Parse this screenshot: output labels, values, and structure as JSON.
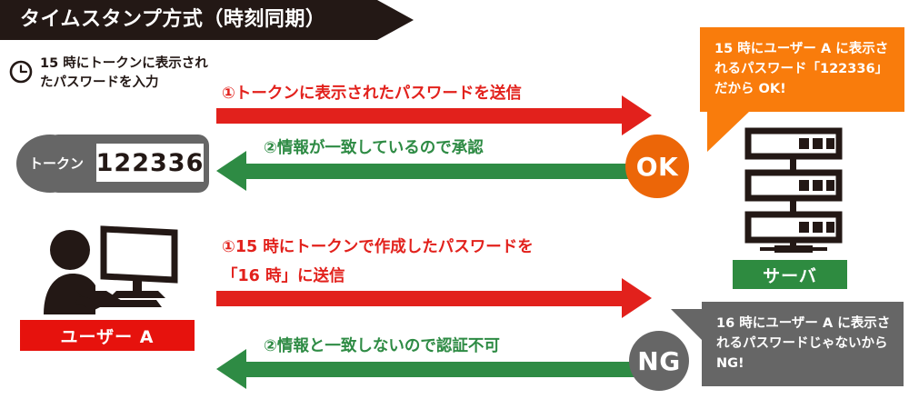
{
  "title": {
    "text": "タイムスタンプ方式（時刻同期）"
  },
  "left_panel": {
    "clock_note": "15 時にトークンに表示されたパスワードを入力",
    "clock_icon": "clock-icon",
    "token": {
      "label": "トークン",
      "display_value": "122336"
    },
    "user": {
      "icon": "person-at-computer-icon",
      "label": "ユーザー A"
    }
  },
  "flow_success": {
    "request_label": "①トークンに表示されたパスワードを送信",
    "response_label": "②情報が一致しているので承認",
    "badge": "OK"
  },
  "flow_failure": {
    "request_label_line1": "①15 時にトークンで作成したパスワードを",
    "request_label_line2": "「16 時」に送信",
    "response_label": "②情報と一致しないので認証不可",
    "badge": "NG"
  },
  "right_panel": {
    "bubble_ok": "15 時にユーザー A に表示されるパスワード「122336」だから OK!",
    "bubble_ng": "16 時にユーザー A に表示されるパスワードじゃないから NG!",
    "server": {
      "icon": "server-rack-icon",
      "label": "サーバ"
    }
  },
  "colors": {
    "banner": "#231815",
    "red": "#e2211c",
    "green": "#2e8b44",
    "orange": "#f97c0c",
    "ok_badge": "#ec6608",
    "gray": "#666666",
    "user_label": "#e6120d",
    "server_label": "#2e8b40"
  }
}
